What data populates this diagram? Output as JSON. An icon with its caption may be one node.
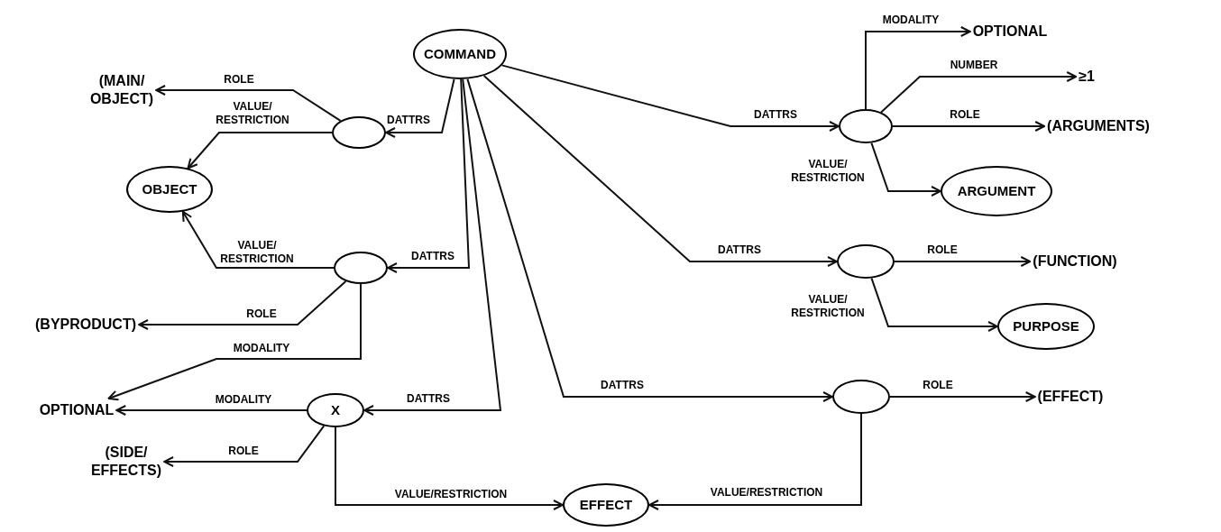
{
  "diagram": {
    "nodes": [
      {
        "text": [
          "COMMAND"
        ]
      },
      {
        "text": [],
        "shape": "ellipse"
      },
      {
        "text": [
          "(MAIN/ OBJECT)"
        ]
      },
      {
        "text": [
          "OBJECT"
        ]
      },
      {
        "text": [],
        "shape": "ellipse"
      },
      {
        "text": [
          "(BYPRODUCT)"
        ]
      },
      {
        "text": [
          "OPTIONAL"
        ]
      },
      {
        "text": [
          "X"
        ]
      },
      {
        "text": [
          "(SIDE/ EFFECTS)"
        ]
      },
      {
        "text": [
          "EFFECT"
        ]
      },
      {
        "text": [],
        "shape": "ellipse"
      },
      {
        "text": [
          "OPTIONAL"
        ]
      },
      {
        "text": [
          "≥1"
        ]
      },
      {
        "text": [
          "(ARGUMENTS)"
        ]
      },
      {
        "text": [
          "ARGUMENT"
        ]
      },
      {
        "text": [],
        "shape": "ellipse"
      },
      {
        "text": [
          "(FUNCTION)"
        ]
      },
      {
        "text": [
          "PURPOSE"
        ]
      },
      {
        "text": [],
        "shape": "ellipse"
      },
      {
        "text": [
          "(EFFECT)"
        ]
      }
    ],
    "edges": [
      {
        "from": 0,
        "to": 1,
        "arrow": "to",
        "label": "DATTRS"
      },
      {
        "from": 1,
        "to": 2,
        "arrow": "to",
        "label": "ROLE"
      },
      {
        "from": 1,
        "to": 3,
        "arrow": "to",
        "label": "VALUE/ RESTRICTION"
      },
      {
        "from": 0,
        "to": 4,
        "arrow": "to",
        "label": "DATTRS"
      },
      {
        "from": 4,
        "to": 3,
        "arrow": "to",
        "label": "VALUE/ RESTRICTION"
      },
      {
        "from": 4,
        "to": 5,
        "arrow": "to",
        "label": "ROLE"
      },
      {
        "from": 4,
        "to": 6,
        "arrow": "to",
        "label": "MODALITY"
      },
      {
        "from": 0,
        "to": 7,
        "arrow": "to",
        "label": "DATTRS"
      },
      {
        "from": 7,
        "to": 6,
        "arrow": "to",
        "label": "MODALITY"
      },
      {
        "from": 7,
        "to": 8,
        "arrow": "to",
        "label": "ROLE"
      },
      {
        "from": 7,
        "to": 9,
        "arrow": "to",
        "label": "VALUE/RESTRICTION"
      },
      {
        "from": 0,
        "to": 10,
        "arrow": "to",
        "label": "DATTRS"
      },
      {
        "from": 10,
        "to": 11,
        "arrow": "to",
        "label": "MODALITY"
      },
      {
        "from": 10,
        "to": 12,
        "arrow": "to",
        "label": "NUMBER"
      },
      {
        "from": 10,
        "to": 13,
        "arrow": "to",
        "label": "ROLE"
      },
      {
        "from": 10,
        "to": 14,
        "arrow": "to",
        "label": "VALUE/ RESTRICTION"
      },
      {
        "from": 0,
        "to": 15,
        "arrow": "to",
        "label": "DATTRS"
      },
      {
        "from": 15,
        "to": 16,
        "arrow": "to",
        "label": "ROLE"
      },
      {
        "from": 15,
        "to": 17,
        "arrow": "to",
        "label": "VALUE/ RESTRICTION"
      },
      {
        "from": 0,
        "to": 18,
        "arrow": "to",
        "label": "DATTRS"
      },
      {
        "from": 18,
        "to": 19,
        "arrow": "to",
        "label": "ROLE"
      },
      {
        "from": 18,
        "to": 9,
        "arrow": "to",
        "label": "VALUE/RESTRICTION"
      }
    ]
  }
}
